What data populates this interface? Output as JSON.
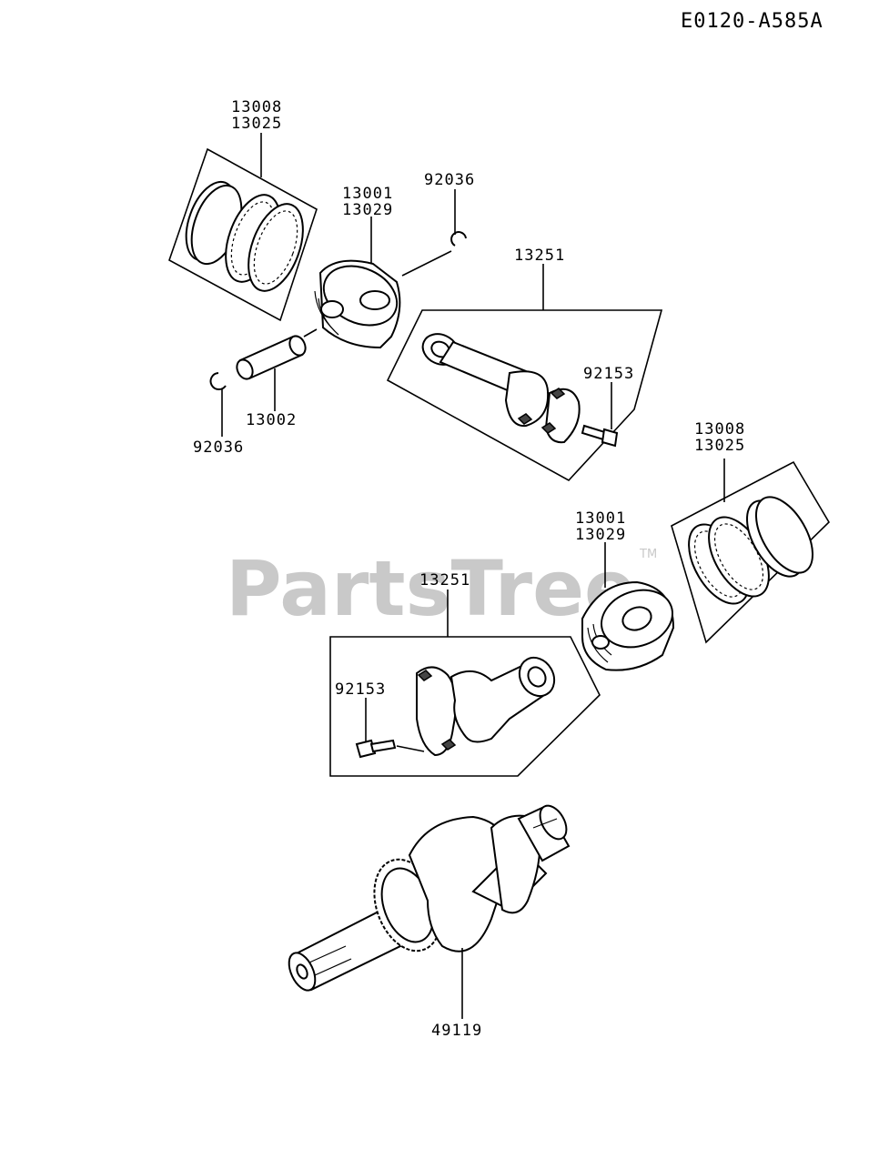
{
  "diagram_code": "E0120-A585A",
  "watermark": {
    "brand": "PartsTree",
    "trademark": "TM"
  },
  "callouts": {
    "ring_set_upper": [
      "13008",
      "13025"
    ],
    "piston_upper": [
      "13001",
      "13029"
    ],
    "circlip_upper_right": "92036",
    "conrod_upper": "13251",
    "bolt_upper": "92153",
    "circlip_lower_left": "92036",
    "piston_pin": "13002",
    "ring_set_lower": [
      "13008",
      "13025"
    ],
    "piston_lower": [
      "13001",
      "13029"
    ],
    "conrod_lower": "13251",
    "bolt_lower": "92153",
    "crankshaft": "49119"
  }
}
